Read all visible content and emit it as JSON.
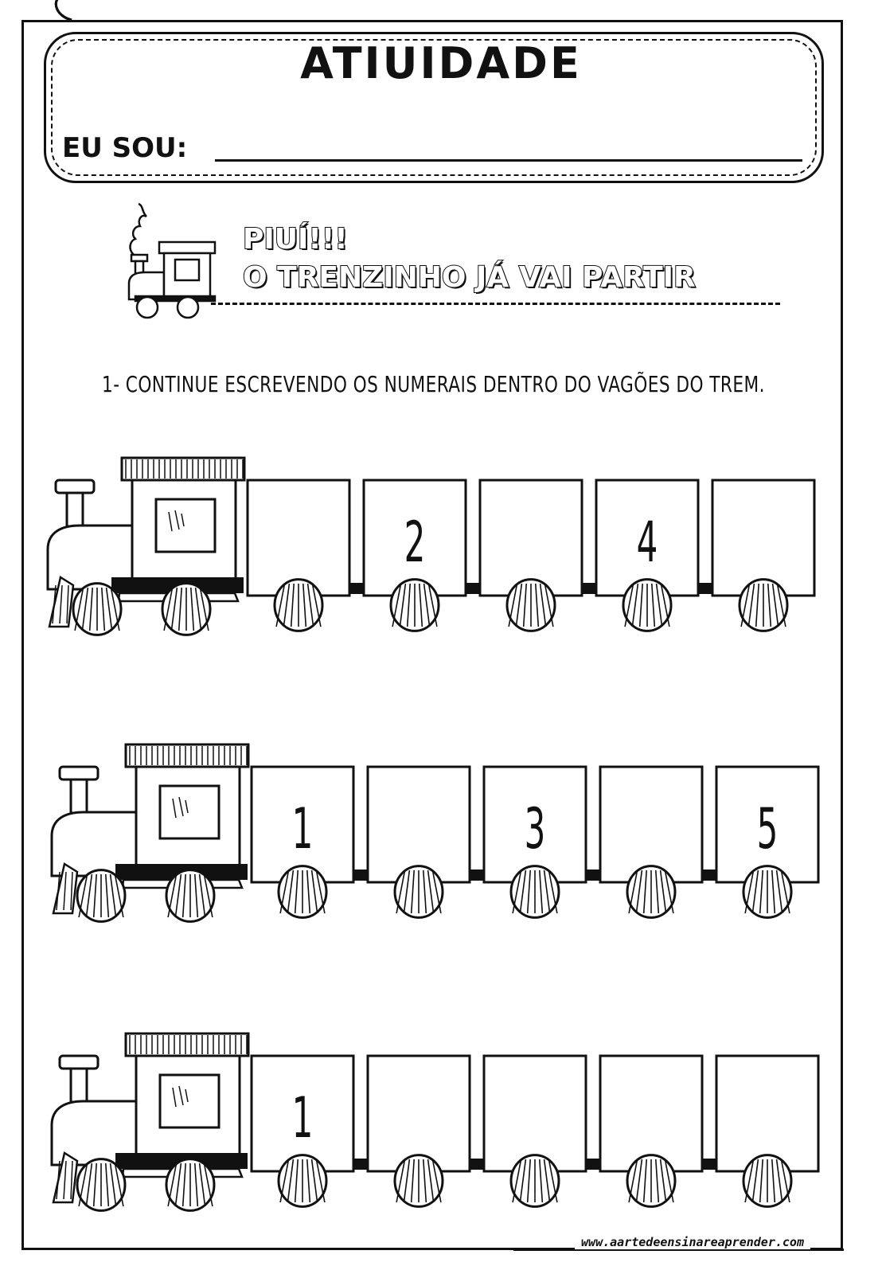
{
  "header": {
    "title": "ATIUIDADE",
    "name_label": "EU SOU:"
  },
  "subtitle": {
    "line1": "PIUÍ!!!",
    "line2": "O TRENZINHO JÁ VAI PARTIR"
  },
  "instruction": "1- CONTINUE ESCREVENDO OS NUMERAIS DENTRO DO VAGÕES DO TREM.",
  "trains": [
    {
      "wagons": [
        "",
        "2",
        "",
        "4",
        ""
      ]
    },
    {
      "wagons": [
        "1",
        "",
        "3",
        "",
        "5"
      ]
    },
    {
      "wagons": [
        "1",
        "",
        "",
        "",
        ""
      ]
    }
  ],
  "footer": "www.aartedeensinareaprender.com",
  "icons": {
    "train_icon": "locomotive-icon",
    "smoke_icon": "smoke-icon",
    "wheel_icon": "wheel-icon"
  }
}
